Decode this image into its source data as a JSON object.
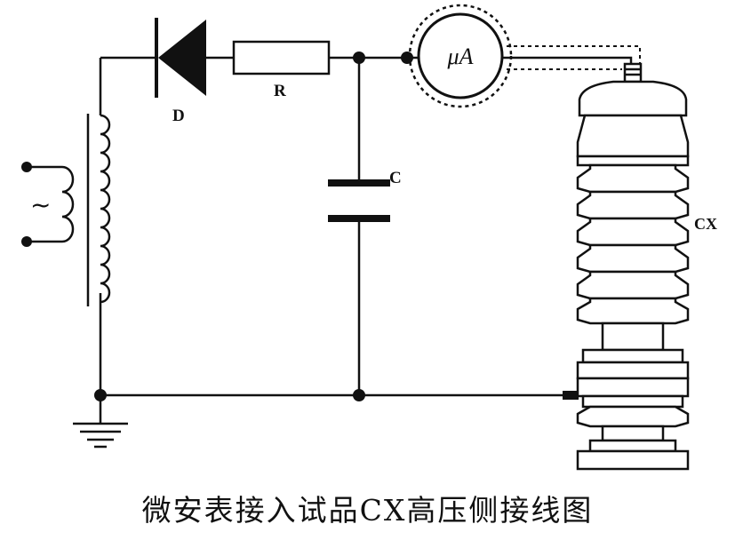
{
  "labels": {
    "diode": "D",
    "resistor": "R",
    "capacitor": "C",
    "meter": "μA",
    "specimen": "CX",
    "ac_source": "~"
  },
  "caption": "微安表接入试品CX高压侧接线图"
}
